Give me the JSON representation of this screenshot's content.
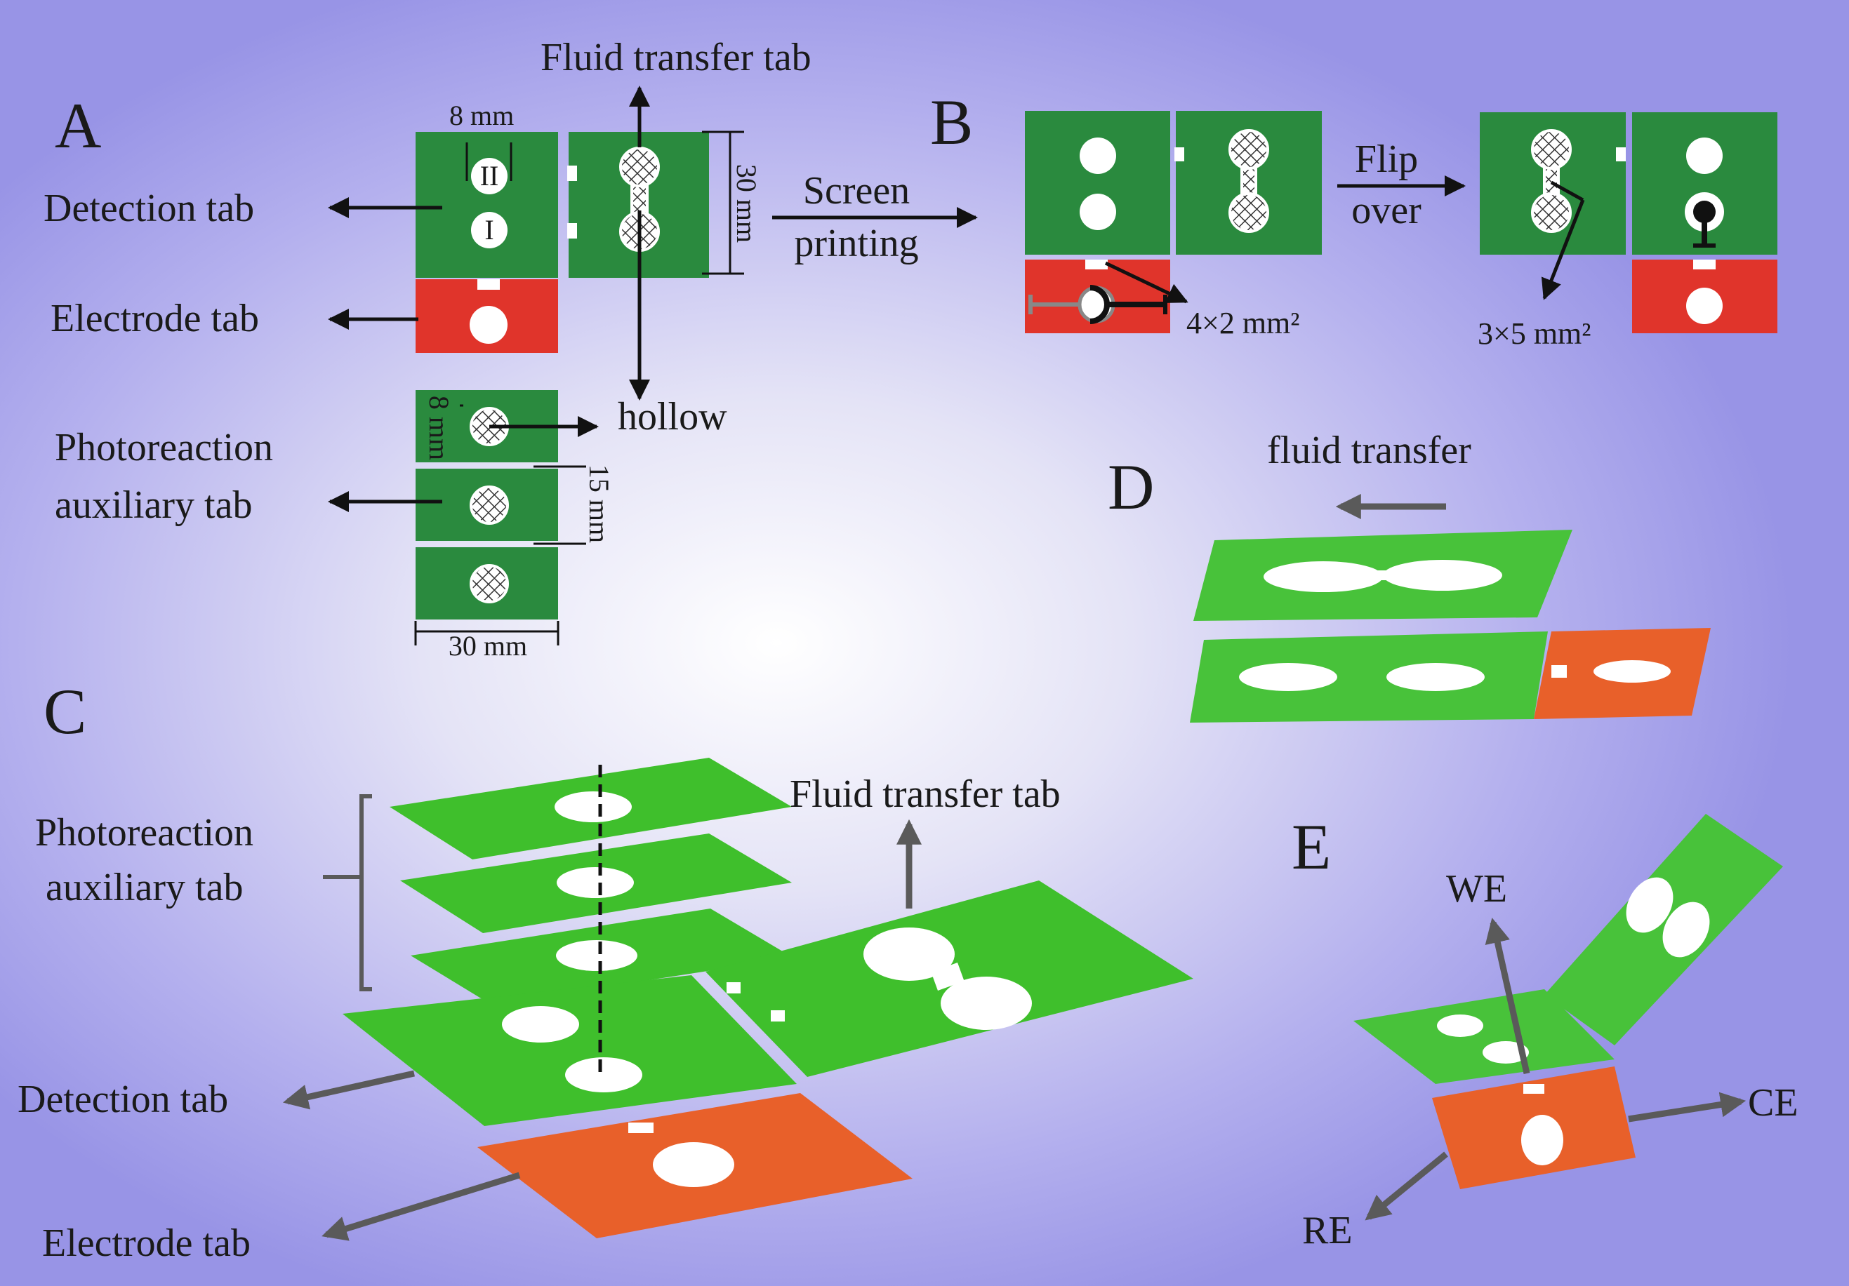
{
  "panels": {
    "a": "A",
    "b": "B",
    "c": "C",
    "d": "D",
    "e": "E"
  },
  "panel_a": {
    "fluid_transfer_tab": "Fluid transfer tab",
    "detection_tab": "Detection tab",
    "electrode_tab": "Electrode tab",
    "photoreaction_line1": "Photoreaction",
    "photoreaction_line2": "auxiliary tab",
    "dim_8mm_top": "8 mm",
    "dim_30mm_side": "30 mm",
    "dim_8mm_side": "8 mm",
    "dim_15mm": "15 mm",
    "dim_30mm_bottom": "30 mm",
    "hollow": "hollow",
    "circle_ii": "II",
    "circle_i": "I"
  },
  "panel_b": {
    "screen_line1": "Screen",
    "screen_line2": "printing",
    "flip_line1": "Flip",
    "flip_line2": "over",
    "area_4x2": "4×2 mm²",
    "area_3x5": "3×5 mm²"
  },
  "panel_c": {
    "photoreaction_line1": "Photoreaction",
    "photoreaction_line2": "auxiliary tab",
    "fluid_transfer_tab": "Fluid transfer tab",
    "detection_tab": "Detection tab",
    "electrode_tab": "Electrode tab"
  },
  "panel_d": {
    "fluid_transfer": "fluid transfer"
  },
  "panel_e": {
    "we": "WE",
    "ce": "CE",
    "re": "RE"
  }
}
